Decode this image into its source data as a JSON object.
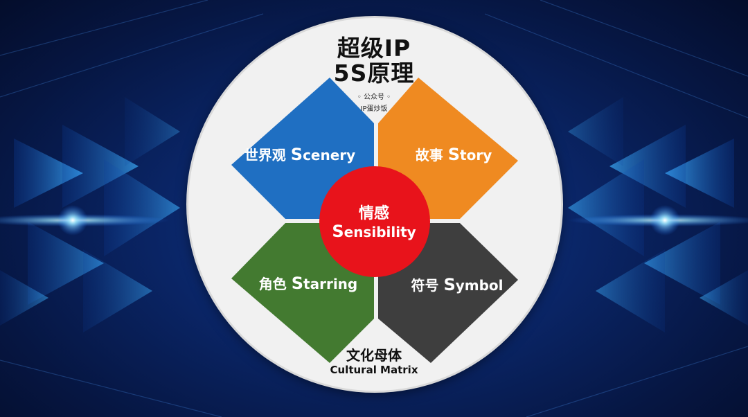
{
  "title_line1": "超级IP",
  "title_line2": "5S原理",
  "public_account_label": "◦ 公众号 ◦",
  "public_account_name": "IP蛋炒饭",
  "center": {
    "zh": "情感",
    "initial": "S",
    "rest": "ensibility",
    "color": "#e8131b"
  },
  "petals": {
    "scenery": {
      "zh": "世界观",
      "initial": "S",
      "rest": "cenery",
      "color": "#1f6fc2"
    },
    "story": {
      "zh": "故事",
      "initial": "S",
      "rest": "tory",
      "color": "#ef8a21"
    },
    "starring": {
      "zh": "角色",
      "initial": "S",
      "rest": "tarring",
      "color": "#437a30"
    },
    "symbol": {
      "zh": "符号",
      "initial": "S",
      "rest": "ymbol",
      "color": "#3e3e3e"
    }
  },
  "footer": {
    "zh": "文化母体",
    "en": "Cultural Matrix"
  }
}
